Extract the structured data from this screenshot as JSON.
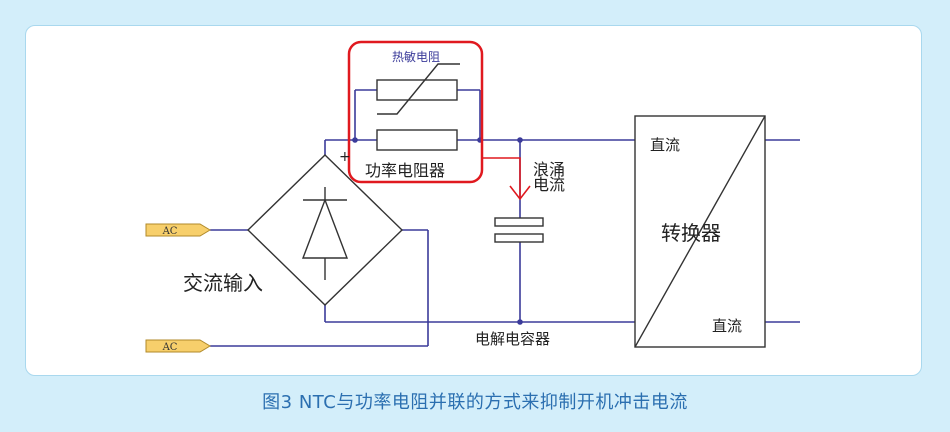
{
  "colors": {
    "wire": "#3b3b9a",
    "component": "#333333",
    "highlight": "#e0191f",
    "caption": "#2b6fb0",
    "ac_fill": "#f7cf6b"
  },
  "labels": {
    "thermistor": "热敏电阻",
    "power_resistor": "功率电阻器",
    "surge": "浪涌",
    "current": "电流",
    "converter": "转换器",
    "dc_top": "直流",
    "dc_bottom": "直流",
    "ac_input": "交流输入",
    "capacitor": "电解电容器",
    "ac_top": "AC",
    "ac_bottom": "AC",
    "plus": "+"
  },
  "caption": "图3  NTC与功率电阻并联的方式来抑制开机冲击电流"
}
